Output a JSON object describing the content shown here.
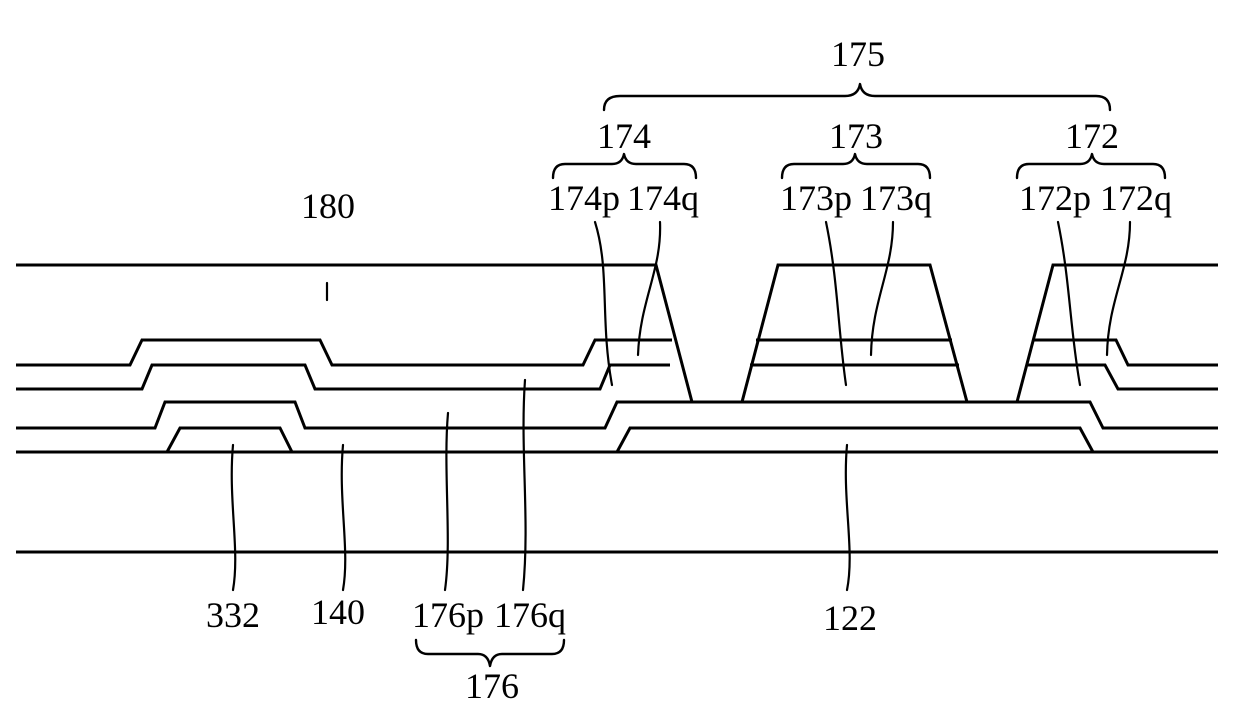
{
  "labels": {
    "ref_175": "175",
    "ref_174": "174",
    "ref_173": "173",
    "ref_172": "172",
    "ref_180": "180",
    "ref_174p": "174p",
    "ref_174q": "174q",
    "ref_173p": "173p",
    "ref_173q": "173q",
    "ref_172p": "172p",
    "ref_172q": "172q",
    "ref_332": "332",
    "ref_140": "140",
    "ref_176p": "176p",
    "ref_176q": "176q",
    "ref_176": "176",
    "ref_122": "122"
  }
}
